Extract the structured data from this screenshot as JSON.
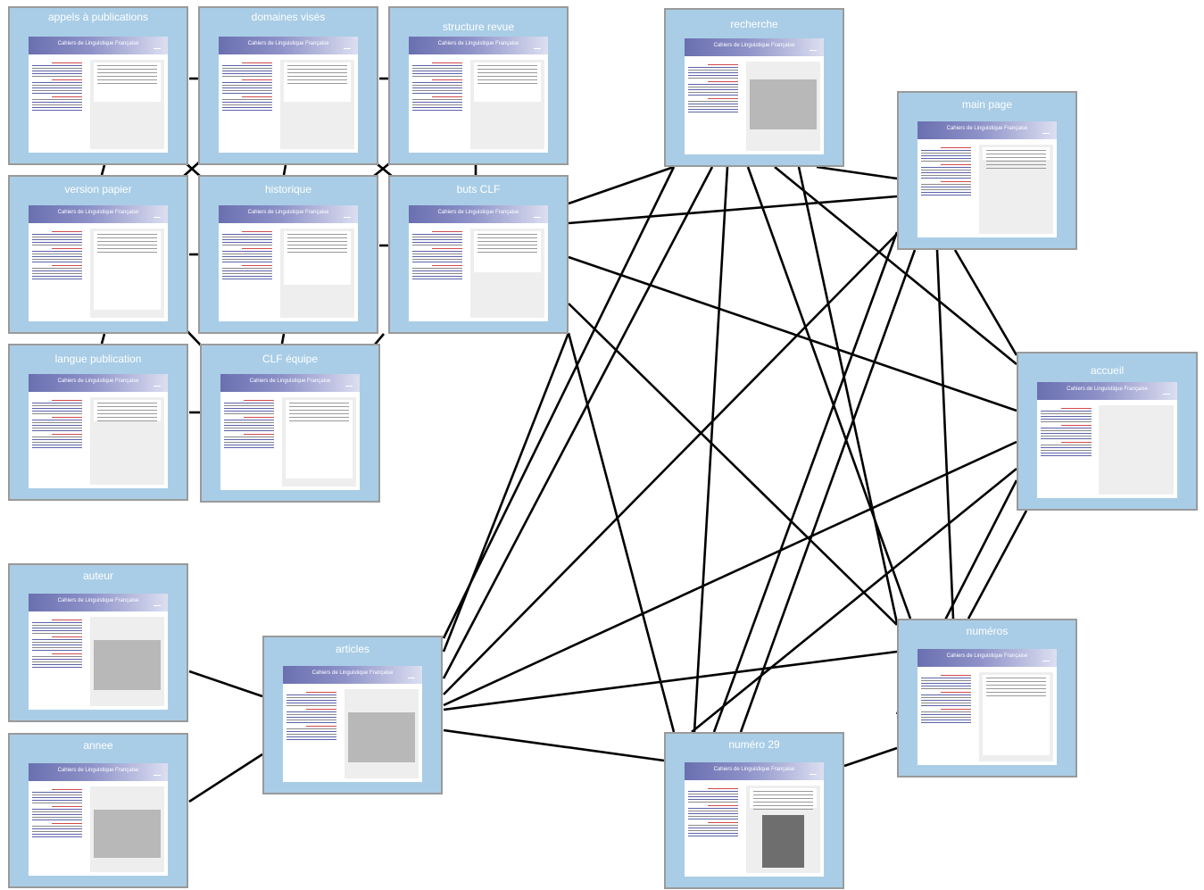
{
  "diagram": {
    "thumbnail_header": "Cahiers de Linguistique Française",
    "colors": {
      "node_fill": "#a9cde6",
      "node_border": "#9a9a9a",
      "edge": "#000000",
      "banner": "#6a6fb0"
    },
    "nodes": [
      {
        "id": "appels",
        "title": "appels à publications"
      },
      {
        "id": "domaines",
        "title": "domaines visés"
      },
      {
        "id": "structure",
        "title": "structure revue"
      },
      {
        "id": "recherche",
        "title": "recherche"
      },
      {
        "id": "main",
        "title": "main page"
      },
      {
        "id": "version",
        "title": "version papier"
      },
      {
        "id": "historique",
        "title": "historique"
      },
      {
        "id": "buts",
        "title": "buts CLF"
      },
      {
        "id": "langue",
        "title": "langue publication"
      },
      {
        "id": "equipe",
        "title": "CLF équipe"
      },
      {
        "id": "accueil",
        "title": "accueil"
      },
      {
        "id": "auteur",
        "title": "auteur"
      },
      {
        "id": "articles",
        "title": "articles"
      },
      {
        "id": "numeros",
        "title": "numéros"
      },
      {
        "id": "annee",
        "title": "annee"
      },
      {
        "id": "numero29",
        "title": "numéro 29"
      }
    ]
  }
}
